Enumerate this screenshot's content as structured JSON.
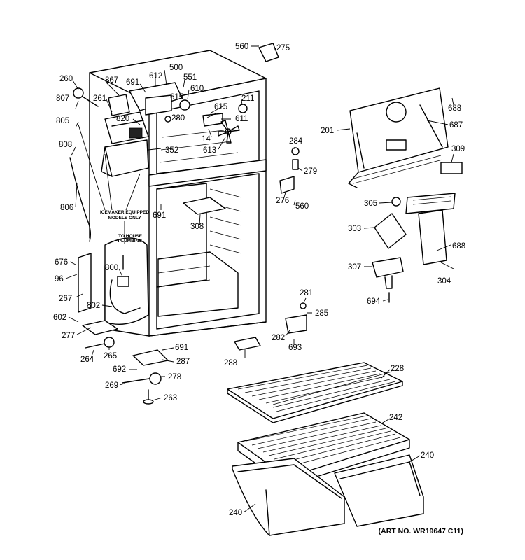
{
  "notes": {
    "icemaker": [
      "ICEMAKER EQUIPPED",
      "MODELS ONLY"
    ],
    "plumbing": [
      "TO HOUSE",
      "PLUMBING"
    ]
  },
  "art_number": "(ART NO. WR19647 C11)",
  "callouts": [
    "560",
    "275",
    "260",
    "867",
    "500",
    "612",
    "551",
    "610",
    "691",
    "615",
    "211",
    "807",
    "261",
    "820",
    "615",
    "611",
    "805",
    "280",
    "14",
    "613",
    "352",
    "808",
    "806",
    "691",
    "308",
    "676",
    "96",
    "800",
    "267",
    "802",
    "602",
    "277",
    "264",
    "265",
    "691",
    "287",
    "692",
    "278",
    "269",
    "263",
    "288",
    "281",
    "285",
    "282",
    "693",
    "284",
    "279",
    "276",
    "560",
    "201",
    "688",
    "687",
    "309",
    "305",
    "303",
    "688",
    "307",
    "304",
    "694",
    "228",
    "242",
    "240",
    "240"
  ]
}
